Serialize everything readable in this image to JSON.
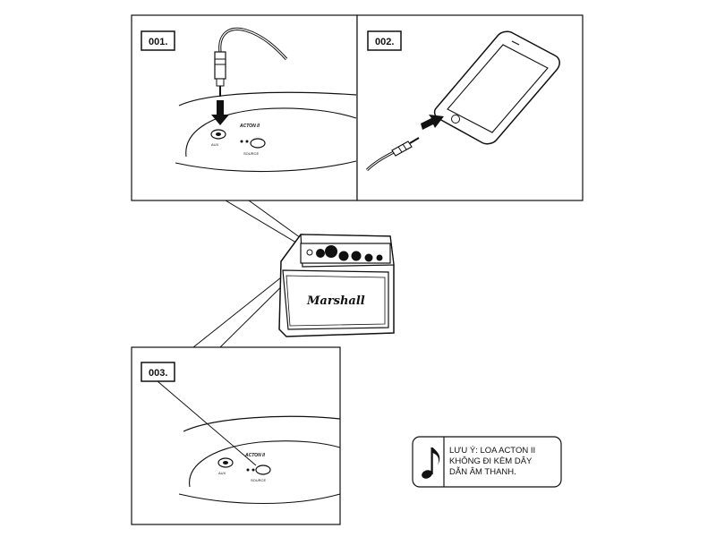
{
  "panels": [
    {
      "step_label": "001.",
      "model_label": "ACTON II",
      "aux_label": "AUX",
      "source_label": "SOURCE"
    },
    {
      "step_label": "002."
    },
    {
      "step_label": "003.",
      "model_label": "ACTON II",
      "aux_label": "AUX",
      "source_label": "SOURCE"
    }
  ],
  "speaker": {
    "brand": "Marshall"
  },
  "note": {
    "icon": "music-note-icon",
    "lines": [
      "LƯU Ý: LOA ACTON II",
      "KHÔNG ĐI KÈM DÂY",
      "DẪN ÂM THANH."
    ]
  }
}
